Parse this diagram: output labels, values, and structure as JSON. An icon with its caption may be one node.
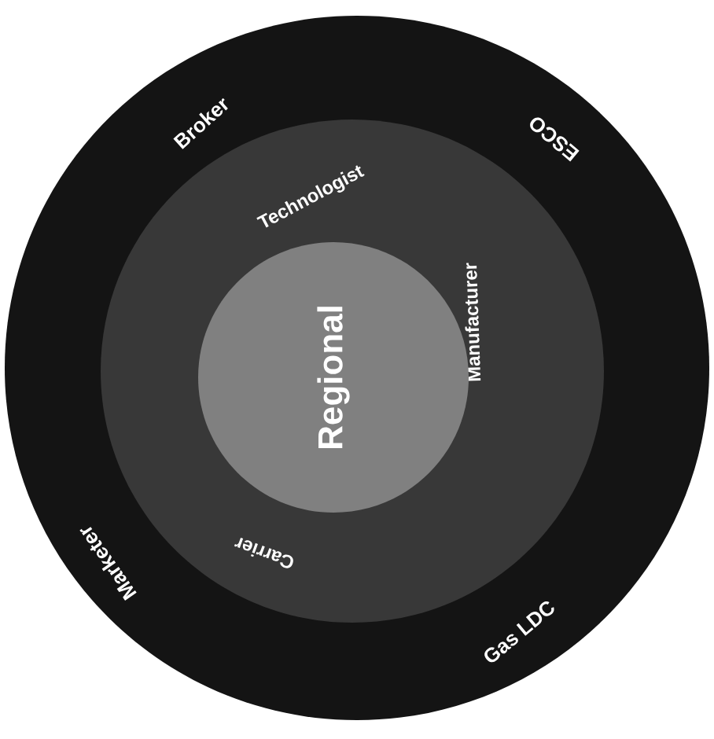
{
  "diagram": {
    "nodes": [
      {
        "text": [
          "Broker",
          "ESCO",
          "Gas LDC",
          "Marketer"
        ]
      },
      {
        "text": [
          "Technologist",
          "Manufacturer",
          "Carrier"
        ],
        "in": 0
      },
      {
        "text": [
          "Regional"
        ],
        "in": 1
      }
    ]
  }
}
